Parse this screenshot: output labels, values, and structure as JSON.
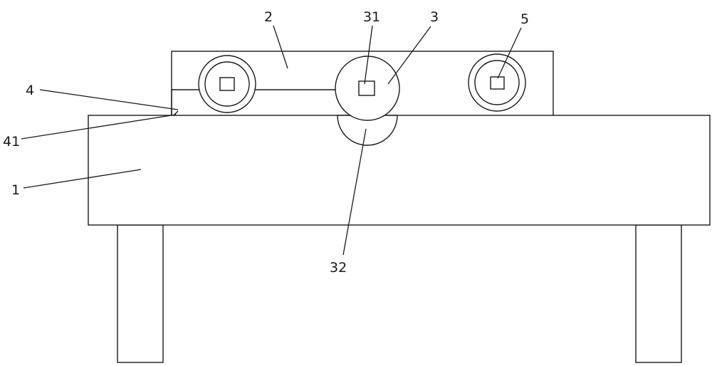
{
  "labels": {
    "body": "1",
    "frame": "2",
    "main_roller": "3",
    "main_roller_hub": "31",
    "main_roller_base": "32",
    "guide_plate": "4",
    "guide_edge": "41",
    "side_roller": "5"
  }
}
